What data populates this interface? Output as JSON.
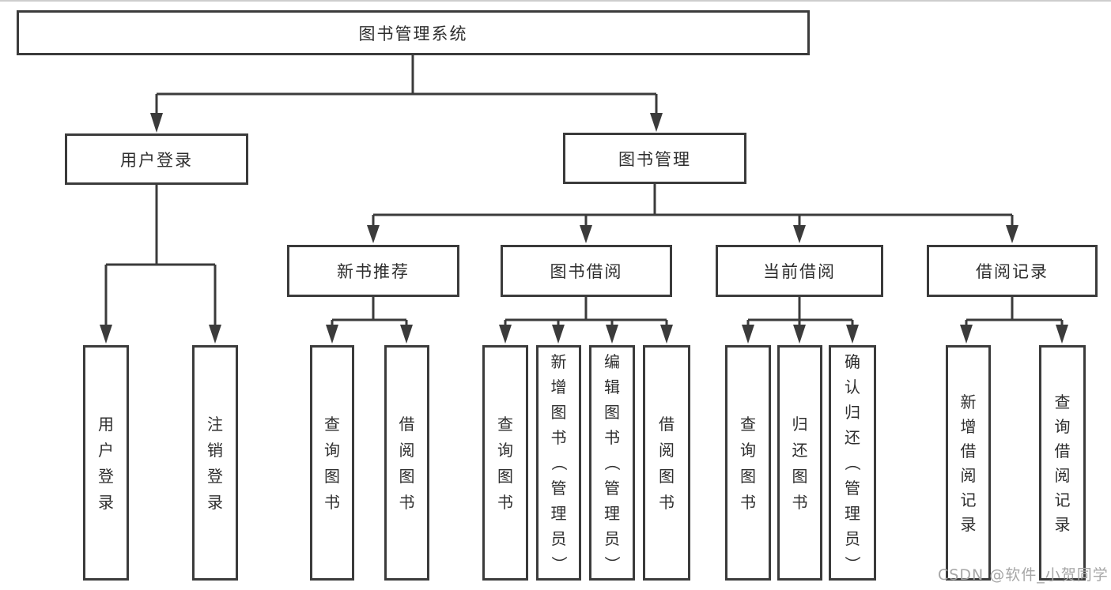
{
  "diagram": {
    "root": {
      "label": "图书管理系统"
    },
    "level2": [
      {
        "label": "用户登录"
      },
      {
        "label": "图书管理"
      }
    ],
    "level3": [
      {
        "label": "新书推荐"
      },
      {
        "label": "图书借阅"
      },
      {
        "label": "当前借阅"
      },
      {
        "label": "借阅记录"
      }
    ],
    "leaves": [
      {
        "label": "用户登录"
      },
      {
        "label": "注销登录"
      },
      {
        "label": "查询图书"
      },
      {
        "label": "借阅图书"
      },
      {
        "label": "查询图书"
      },
      {
        "label": "新增图书（管理员）"
      },
      {
        "label": "编辑图书（管理员）"
      },
      {
        "label": "借阅图书"
      },
      {
        "label": "查询图书"
      },
      {
        "label": "归还图书"
      },
      {
        "label": "确认归还（管理员）"
      },
      {
        "label": "新增借阅记录"
      },
      {
        "label": "查询借阅记录"
      }
    ]
  },
  "watermark": {
    "text": "CSDN @软件_小贺同学"
  },
  "colors": {
    "line": "#3b3b3b",
    "text": "#2e2e2e",
    "watermark": "#a6a6a6",
    "background": "#ffffff"
  }
}
